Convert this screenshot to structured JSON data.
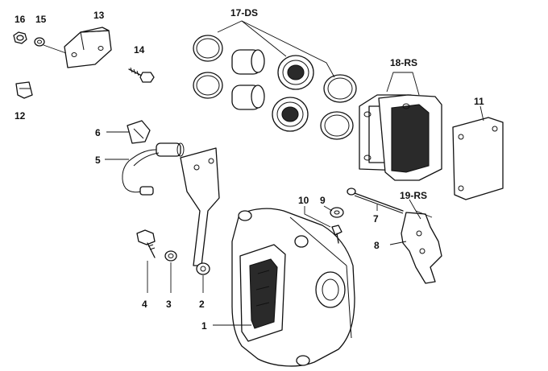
{
  "callouts": {
    "c1": "1",
    "c2": "2",
    "c3": "3",
    "c4": "4",
    "c5": "5",
    "c6": "6",
    "c7": "7",
    "c8": "8",
    "c9": "9",
    "c10": "10",
    "c11": "11",
    "c12": "12",
    "c13": "13",
    "c14": "14",
    "c15": "15",
    "c16": "16",
    "c17": "17-DS",
    "c18": "18-RS",
    "c19": "19-RS"
  }
}
